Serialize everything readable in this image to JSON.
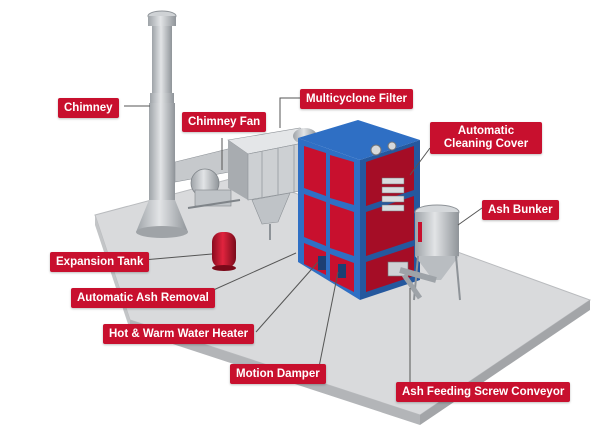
{
  "labels": {
    "chimney": "Chimney",
    "chimney_fan": "Chimney Fan",
    "multicyclone_filter": "Multicyclone Filter",
    "automatic_cleaning_cover": "Automatic Cleaning Cover",
    "ash_bunker": "Ash Bunker",
    "expansion_tank": "Expansion Tank",
    "automatic_ash_removal": "Automatic Ash Removal",
    "hot_warm_water_heater": "Hot & Warm Water Heater",
    "motion_damper": "Motion Damper",
    "ash_feeding_screw_conveyor": "Ash Feeding Screw Conveyor"
  },
  "colors": {
    "label_bg": "#c8102e",
    "boiler_red": "#c8102e",
    "boiler_blue": "#2f6fc4",
    "steel": "#bfc3c7",
    "platform": "#d9dadc"
  }
}
